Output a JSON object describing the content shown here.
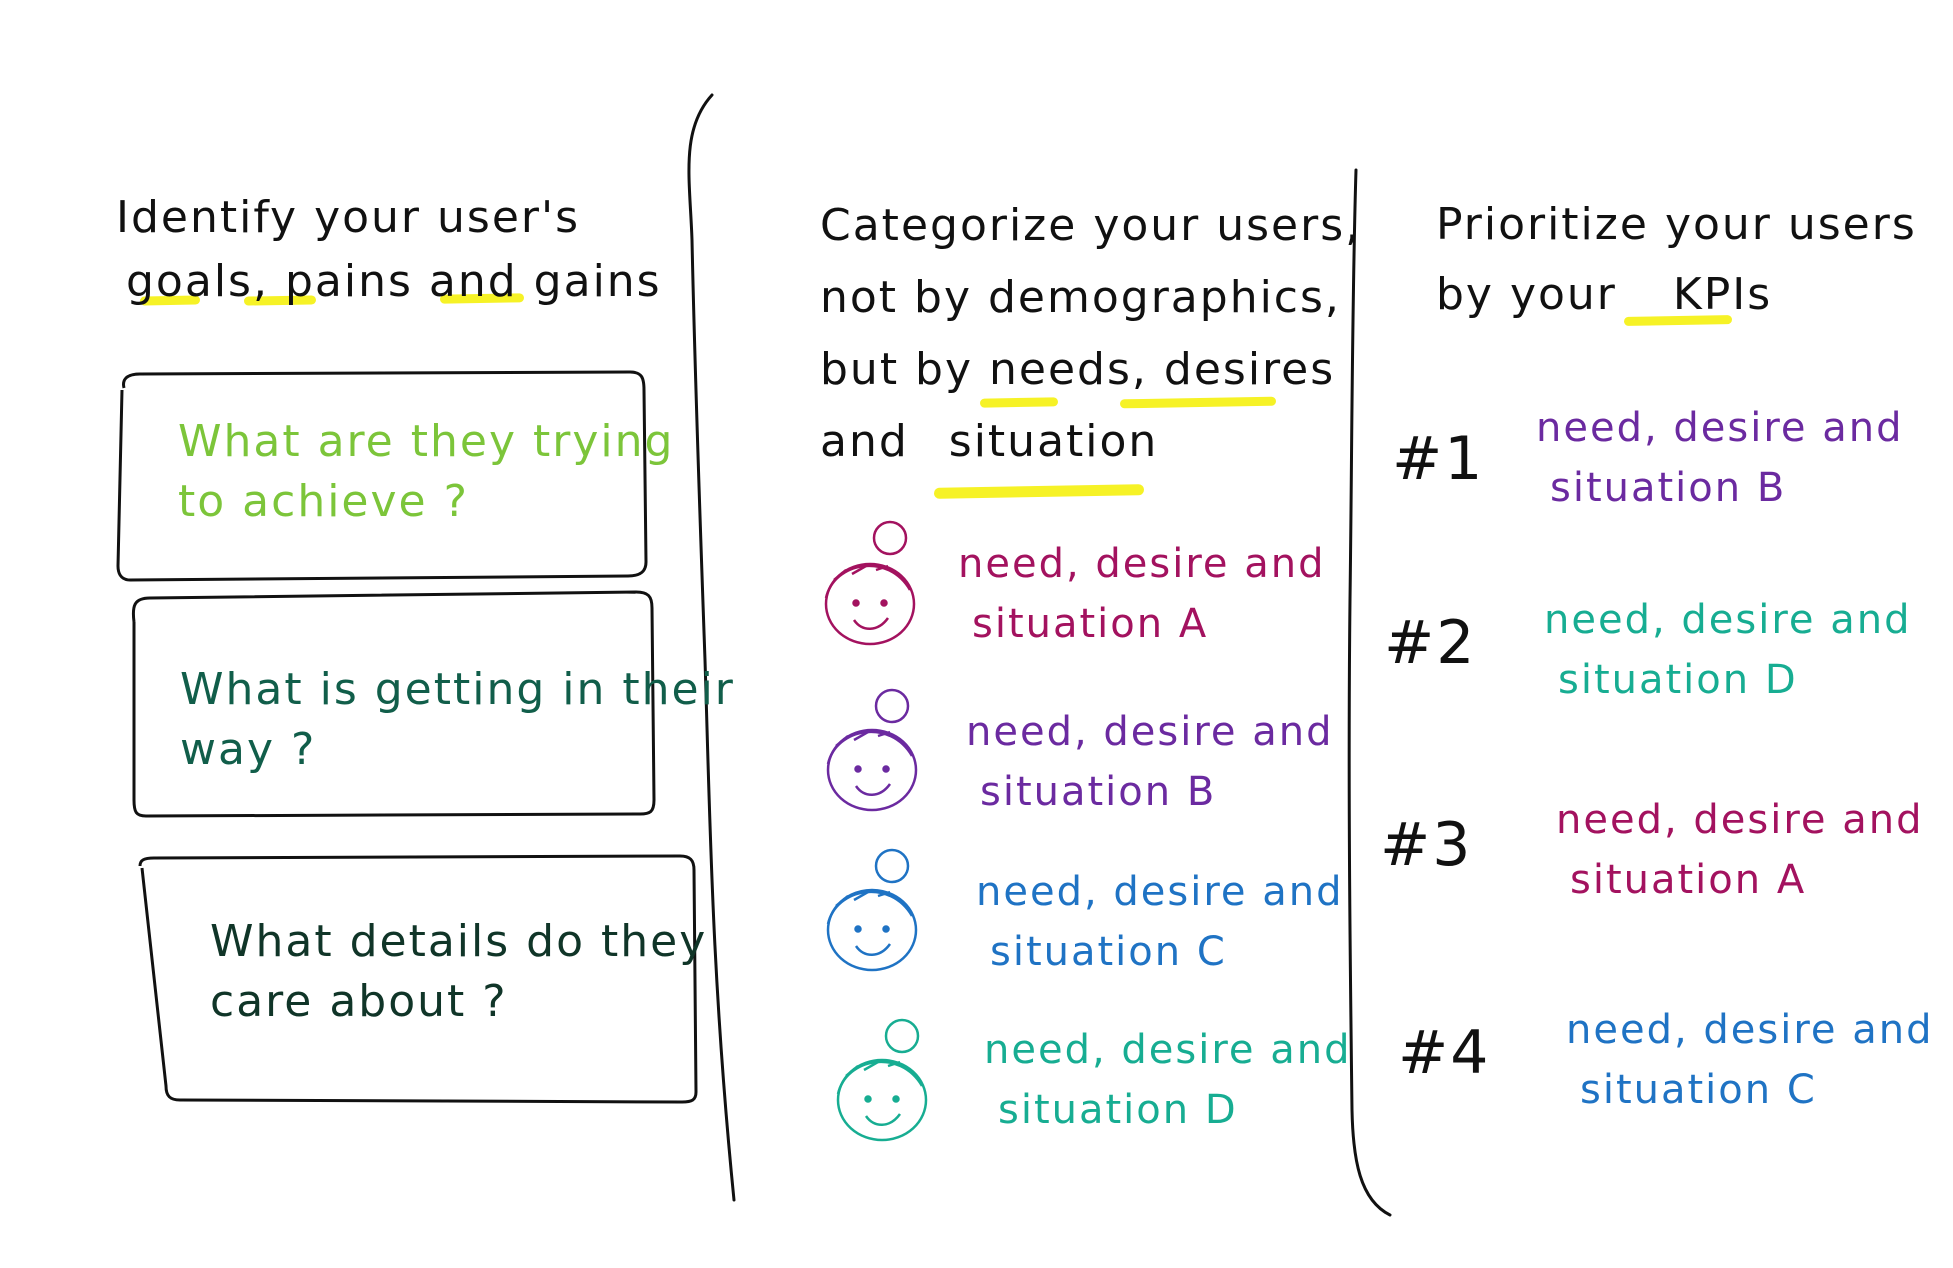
{
  "colors": {
    "ink": "#111111",
    "highlight": "#f4f000",
    "green_light": "#7cc53a",
    "green_dark": "#115e4a",
    "dark": "#103528",
    "magenta": "#a3125f",
    "purple": "#6b2aa0",
    "blue": "#1f73c4",
    "teal": "#17ad92"
  },
  "left": {
    "title_line1": "Identify your user's",
    "title_goals": "goals,",
    "title_pains": "pains",
    "title_and": "and",
    "title_gains": "gains",
    "box1_line1": "What are they trying",
    "box1_line2": "to achieve ?",
    "box2_line1": "What is getting in their",
    "box2_line2": "way ?",
    "box3_line1": "What details do they",
    "box3_line2": "care about ?"
  },
  "middle": {
    "title_line1": "Categorize your users,",
    "title_line2": "not by demographics,",
    "title_line3_a": "but by",
    "title_needs": "needs,",
    "title_desires": "desires",
    "title_line4_a": "and",
    "title_situation": "situation",
    "users": [
      {
        "line1": "need, desire and",
        "line2": "situation A",
        "color": "#a3125f",
        "icon": "woman-face-icon"
      },
      {
        "line1": "need, desire and",
        "line2": "situation B",
        "color": "#6b2aa0",
        "icon": "woman-face-icon"
      },
      {
        "line1": "need, desire and",
        "line2": "situation C",
        "color": "#1f73c4",
        "icon": "woman-face-icon"
      },
      {
        "line1": "need, desire and",
        "line2": "situation D",
        "color": "#17ad92",
        "icon": "woman-face-icon"
      }
    ]
  },
  "right": {
    "title_line1": "Prioritize your users",
    "title_line2_a": "by your",
    "title_kpis": "KPIs",
    "ranks": [
      {
        "rank": "#1",
        "line1": "need, desire and",
        "line2": "situation B",
        "color": "#6b2aa0"
      },
      {
        "rank": "#2",
        "line1": "need, desire and",
        "line2": "situation D",
        "color": "#17ad92"
      },
      {
        "rank": "#3",
        "line1": "need, desire and",
        "line2": "situation A",
        "color": "#a3125f"
      },
      {
        "rank": "#4",
        "line1": "need, desire and",
        "line2": "situation C",
        "color": "#1f73c4"
      }
    ]
  }
}
